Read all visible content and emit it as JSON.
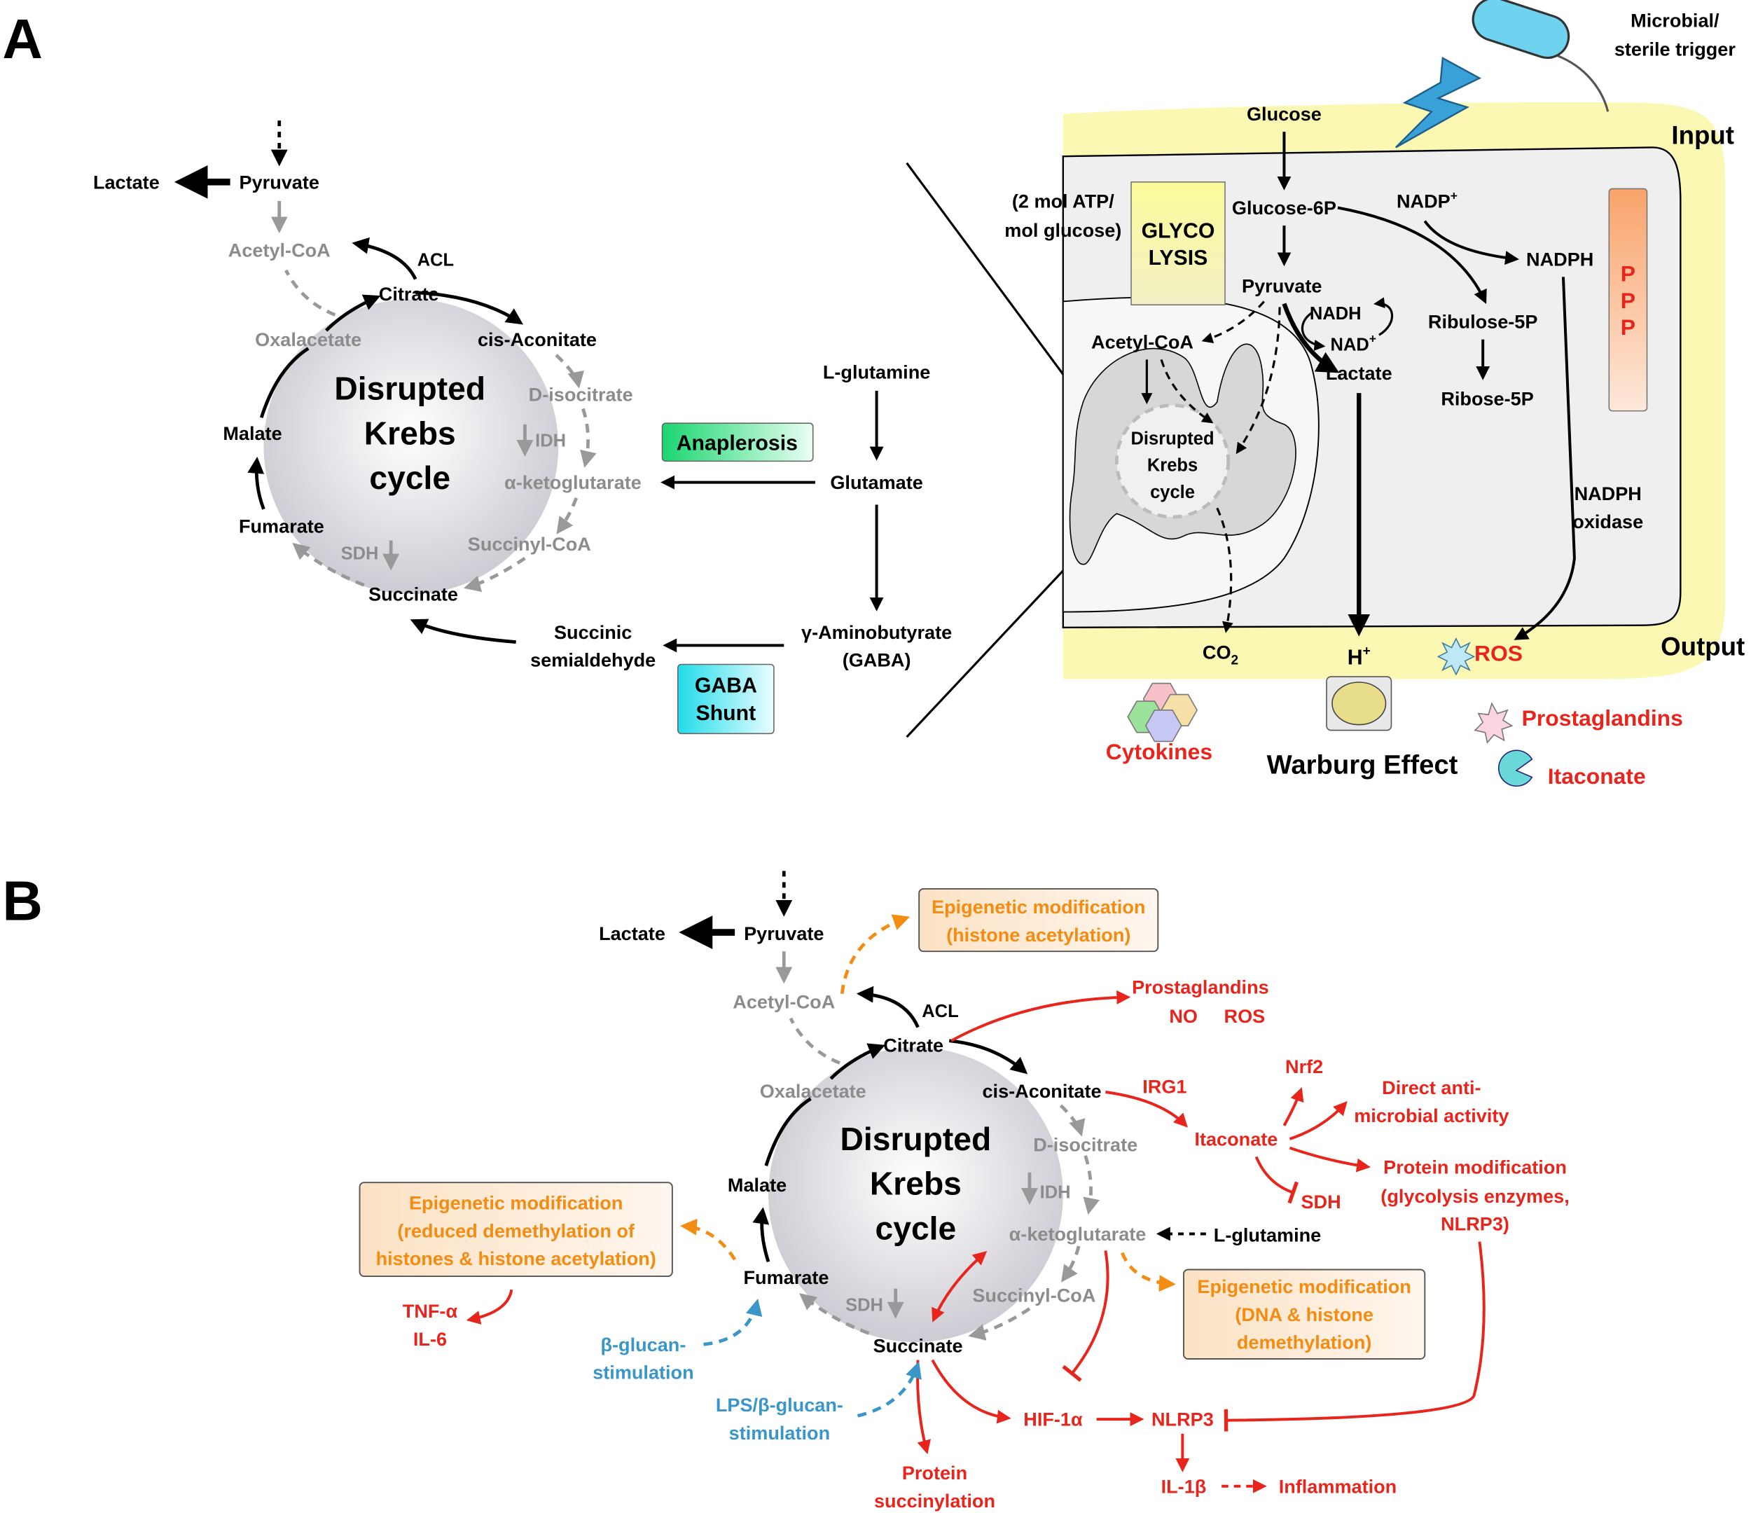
{
  "panel_a": {
    "label": "A",
    "krebs": {
      "center": [
        "Disrupted",
        "Krebs",
        "cycle"
      ],
      "lactate": "Lactate",
      "pyruvate": "Pyruvate",
      "acetyl_coa": "Acetyl-CoA",
      "acl": "ACL",
      "citrate": "Citrate",
      "cis_aconitate": "cis-Aconitate",
      "oxalacetate": "Oxalacetate",
      "d_isocitrate": "D-isocitrate",
      "idh": "IDH",
      "malate": "Malate",
      "akg": "α-ketoglutarate",
      "fumarate": "Fumarate",
      "succinyl_coa": "Succinyl-CoA",
      "sdh": "SDH",
      "succinate": "Succinate"
    },
    "anaplerosis": "Anaplerosis",
    "l_glutamine": "L-glutamine",
    "glutamate": "Glutamate",
    "gaba": [
      "γ-Aminobutyrate",
      "(GABA)"
    ],
    "ssa": [
      "Succinic",
      "semialdehyde"
    ],
    "gaba_shunt": [
      "GABA",
      "Shunt"
    ],
    "cell": {
      "trigger": [
        "Microbial/",
        "sterile trigger"
      ],
      "input": "Input",
      "output": "Output",
      "glucose": "Glucose",
      "atp": [
        "(2 mol ATP/",
        "mol glucose)"
      ],
      "glycolysis": [
        "GLYCO",
        "LYSIS"
      ],
      "glucose6p": "Glucose-6P",
      "nadp_plus": "NADP",
      "nadph": "NADPH",
      "pyruvate": "Pyruvate",
      "nadh": "NADH",
      "nad_plus": "NAD",
      "acetyl_coa": "Acetyl-CoA",
      "lactate": "Lactate",
      "ribulose": "Ribulose-5P",
      "ribose": "Ribose-5P",
      "ppp": [
        "P",
        "P",
        "P"
      ],
      "mito": [
        "Disrupted",
        "Krebs",
        "cycle"
      ],
      "nadph_oxidase": [
        "NADPH",
        "oxidase"
      ],
      "co2": "CO",
      "co2_sub": "2",
      "hplus": "H",
      "ros": "ROS",
      "cytokines": "Cytokines",
      "warburg": "Warburg Effect",
      "prostaglandins": "Prostaglandins",
      "itaconate": "Itaconate"
    }
  },
  "panel_b": {
    "label": "B",
    "krebs": {
      "center": [
        "Disrupted",
        "Krebs",
        "cycle"
      ],
      "lactate": "Lactate",
      "pyruvate": "Pyruvate",
      "acetyl_coa": "Acetyl-CoA",
      "acl": "ACL",
      "citrate": "Citrate",
      "cis_aconitate": "cis-Aconitate",
      "oxalacetate": "Oxalacetate",
      "d_isocitrate": "D-isocitrate",
      "idh": "IDH",
      "malate": "Malate",
      "akg": "α-ketoglutarate",
      "fumarate": "Fumarate",
      "succinyl_coa": "Succinyl-CoA",
      "sdh": "SDH",
      "succinate": "Succinate"
    },
    "l_glutamine": "L-glutamine",
    "epi_acetyl": [
      "Epigenetic modification",
      "(histone acetylation)"
    ],
    "epi_fumarate": [
      "Epigenetic modification",
      "(reduced demethylation of",
      "histones & histone acetylation)"
    ],
    "epi_dna": [
      "Epigenetic modification",
      "(DNA & histone",
      "demethylation)"
    ],
    "prostaglandins": "Prostaglandins",
    "no_ros": "NO     ROS",
    "irg1": "IRG1",
    "itaconate": "Itaconate",
    "nrf2": "Nrf2",
    "antimicrobial": [
      "Direct anti-",
      "microbial activity"
    ],
    "protein_mod": [
      "Protein modification",
      "(glycolysis enzymes,",
      "NLRP3)"
    ],
    "sdh_red": "SDH",
    "tnf": [
      "TNF-α",
      "IL-6"
    ],
    "bglucan": [
      "β-glucan-",
      "stimulation"
    ],
    "lps": [
      "LPS/β-glucan-",
      "stimulation"
    ],
    "hif": "HIF-1α",
    "nlrp3": "NLRP3",
    "il1b": "IL-1β",
    "inflammation": "Inflammation",
    "succinylation": [
      "Protein",
      "succinylation"
    ]
  },
  "colors": {
    "red": "#e8251c",
    "orange": "#f28c12",
    "blue": "#3a96c8",
    "grey": "#8c8c8c",
    "input_yellow": "#fbf7b2",
    "anaplerosis_green": "#22d97a",
    "gaba_cyan": "#2fe0ec"
  }
}
